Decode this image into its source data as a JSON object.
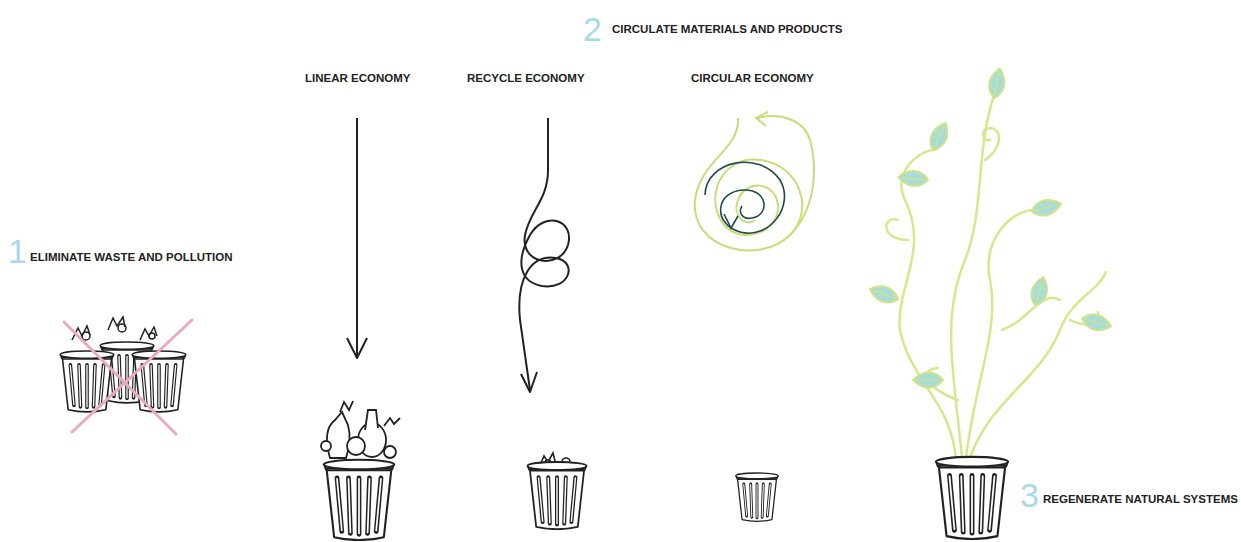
{
  "diagram": {
    "labels": [
      "2",
      "CIRCULATE MATERIALS AND PRODUCTS",
      "LINEAR ECONOMY",
      "RECYCLE ECONOMY",
      "CIRCULAR ECONOMY",
      "1",
      "ELIMINATE WASTE AND POLLUTION",
      "3",
      "REGENERATE NATURAL SYSTEMS"
    ]
  }
}
